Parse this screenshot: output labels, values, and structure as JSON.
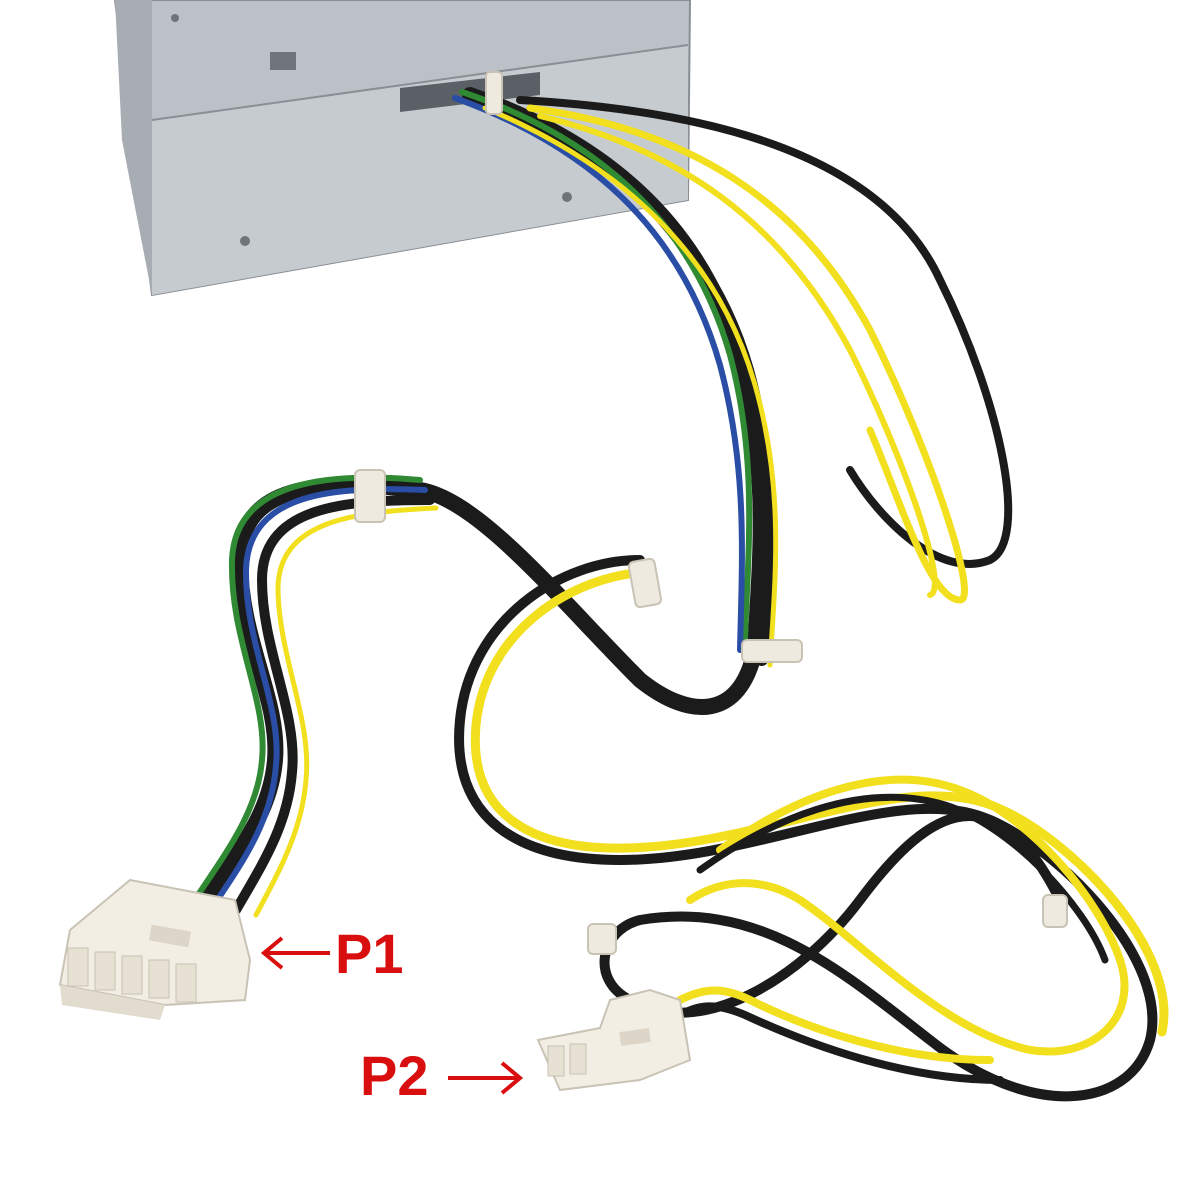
{
  "photo": {
    "subject": "power-supply-with-cables",
    "colors": {
      "background": "#ffffff",
      "metal": "#b9bec4",
      "wire_black": "#1b1b1b",
      "wire_yellow": "#f2df1e",
      "wire_green": "#2f8a33",
      "wire_blue": "#2a4ea6",
      "connector": "#f3eee4",
      "zip_tie": "#efeae0",
      "callout": "#d90f0f"
    }
  },
  "callouts": [
    {
      "id": "p1",
      "label": "P1",
      "arrow": "left"
    },
    {
      "id": "p2",
      "label": "P2",
      "arrow": "right"
    }
  ]
}
